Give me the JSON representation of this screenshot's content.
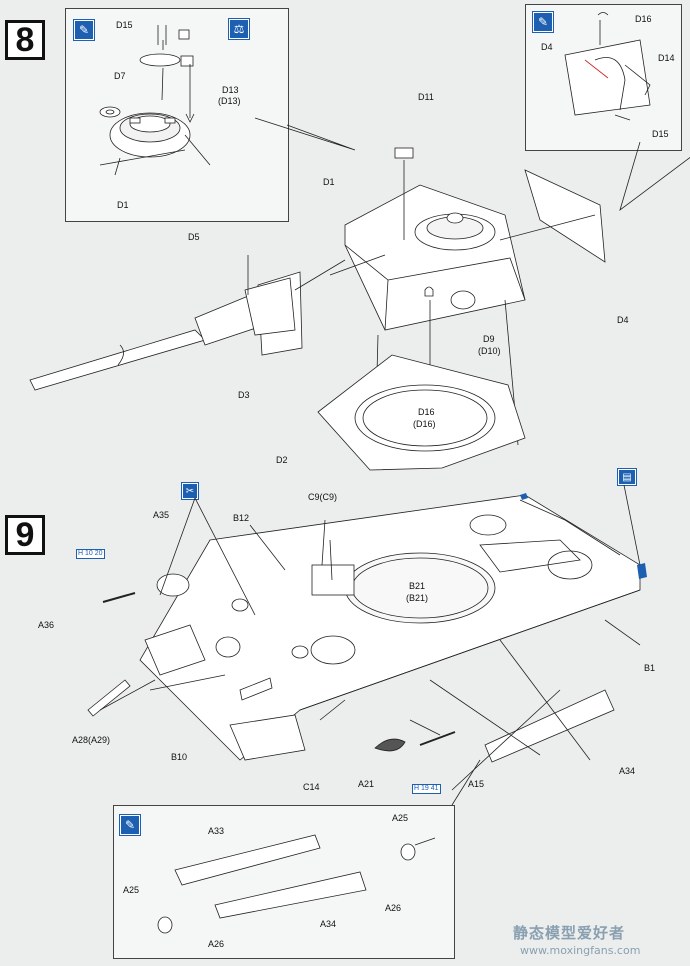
{
  "steps": {
    "step8": "8",
    "step9": "9"
  },
  "icons": {
    "glue_icon": "glue-icon",
    "flex_icon": "flexible-part-icon",
    "cut_icon": "cut-icon",
    "paint_icon": "paint-icon"
  },
  "colors": {
    "accent": "#1d5fb0",
    "line": "#222222",
    "paper": "#eceeee"
  },
  "step8_inset_left": {
    "labels": {
      "d15": "D15",
      "d7": "D7",
      "d13": "D13",
      "d13b": "(D13)",
      "d1": "D1"
    }
  },
  "step8_inset_right": {
    "labels": {
      "d16": "D16",
      "d4": "D4",
      "d14": "D14",
      "d15": "D15"
    }
  },
  "step8_main": {
    "labels": {
      "d11": "D11",
      "d1": "D1",
      "d5": "D5",
      "d3": "D3",
      "d2": "D2",
      "d9": "D9",
      "d10": "(D10)",
      "d16": "D16",
      "d16b": "(D16)",
      "d4": "D4"
    }
  },
  "step9_main": {
    "labels": {
      "a35": "A35",
      "b12": "B12",
      "c9": "C9(C9)",
      "b21": "B21",
      "b21b": "(B21)",
      "a36": "A36",
      "b1": "B1",
      "a28": "A28(A29)",
      "b10": "B10",
      "c14": "C14",
      "a21": "A21",
      "a15": "A15",
      "a34": "A34"
    },
    "refs": {
      "ref20": "H 10 20",
      "ref41": "H 19 41"
    }
  },
  "step9_inset": {
    "labels": {
      "a33": "A33",
      "a25a": "A25",
      "a25b": "A25",
      "a26a": "A26",
      "a26b": "A26",
      "a34": "A34"
    }
  },
  "watermark": {
    "title": "静态模型爱好者",
    "url": "www.moxingfans.com"
  }
}
